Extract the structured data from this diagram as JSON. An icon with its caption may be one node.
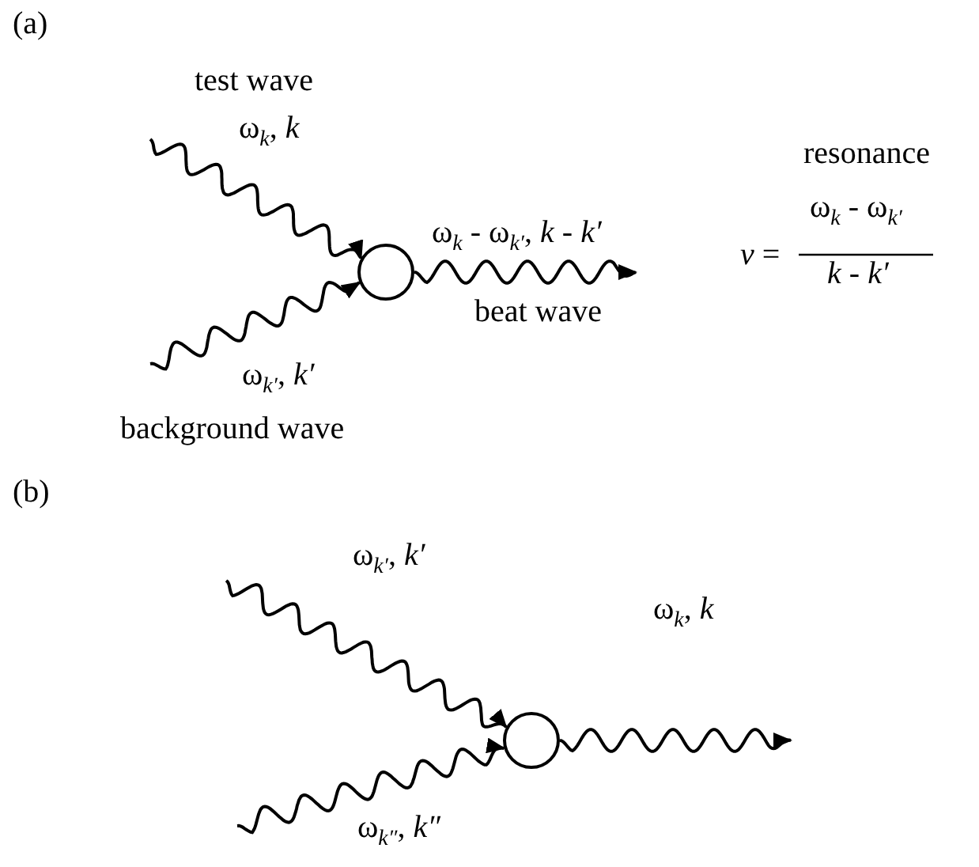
{
  "diagram": {
    "nodes": [
      {
        "text": [],
        "shape": "circle"
      },
      {
        "text": [],
        "shape": "circle"
      }
    ],
    "edges": [
      {
        "from": null,
        "to": 0,
        "arrow": "to",
        "label": "ω$_{k}$, *k*"
      },
      {
        "from": null,
        "to": 0,
        "arrow": "to",
        "label": "ω$_{k′}$, *k′*"
      },
      {
        "from": 0,
        "to": null,
        "arrow": "to",
        "label": "ω$_{k}$ - ω$_{k′}$, *k* - *k′*"
      },
      {
        "from": null,
        "to": 1,
        "arrow": "to",
        "label": "ω$_{k′}$, *k′*"
      },
      {
        "from": null,
        "to": 1,
        "arrow": "to",
        "label": "ω$_{k″}$, *k″*"
      },
      {
        "from": 1,
        "to": null,
        "arrow": "to",
        "label": "ω$_{k}$, *k*"
      }
    ],
    "labels": [
      "(a)",
      "test wave",
      "resonance",
      "*v* =",
      "ω$_{k}$ - ω$_{k′}$",
      "*k* - *k′*",
      "beat wave",
      "background wave",
      "(b)"
    ]
  }
}
